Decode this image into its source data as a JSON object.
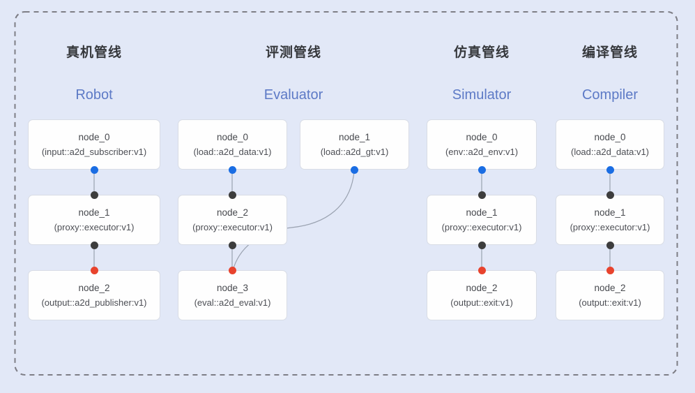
{
  "diagram": {
    "pipelines": [
      {
        "title": "真机管线",
        "subtitle": "Robot",
        "nodes": [
          {
            "name": "node_0",
            "type": "(input::a2d_subscriber:v1)"
          },
          {
            "name": "node_1",
            "type": "(proxy::executor:v1)"
          },
          {
            "name": "node_2",
            "type": "(output::a2d_publisher:v1)"
          }
        ]
      },
      {
        "title": "评测管线",
        "subtitle": "Evaluator",
        "nodes": [
          {
            "name": "node_0",
            "type": "(load::a2d_data:v1)"
          },
          {
            "name": "node_1",
            "type": "(load::a2d_gt:v1)"
          },
          {
            "name": "node_2",
            "type": "(proxy::executor:v1)"
          },
          {
            "name": "node_3",
            "type": "(eval::a2d_eval:v1)"
          }
        ]
      },
      {
        "title": "仿真管线",
        "subtitle": "Simulator",
        "nodes": [
          {
            "name": "node_0",
            "type": "(env::a2d_env:v1)"
          },
          {
            "name": "node_1",
            "type": "(proxy::executor:v1)"
          },
          {
            "name": "node_2",
            "type": "(output::exit:v1)"
          }
        ]
      },
      {
        "title": "编译管线",
        "subtitle": "Compiler",
        "nodes": [
          {
            "name": "node_0",
            "type": "(load::a2d_data:v1)"
          },
          {
            "name": "node_1",
            "type": "(proxy::executor:v1)"
          },
          {
            "name": "node_2",
            "type": "(output::exit:v1)"
          }
        ]
      }
    ],
    "colors": {
      "background": "#e2e8f7",
      "node_background": "#fefefe",
      "node_border": "#d8dce5",
      "edge": "#9aa2b0",
      "dashed_border": "#7e7e86",
      "input_port": "#1a6de3",
      "mid_port": "#3d3d3d",
      "output_port": "#e8432d",
      "title": "#36383c",
      "subtitle": "#5d7ac6"
    }
  }
}
